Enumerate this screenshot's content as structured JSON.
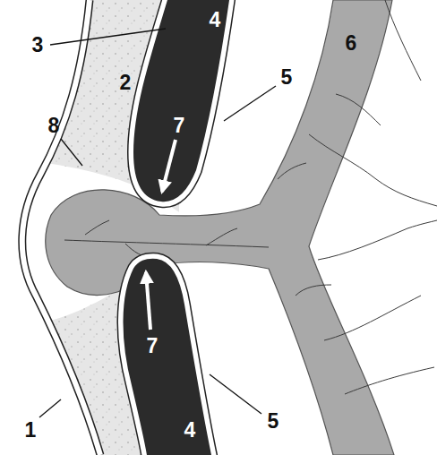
{
  "diagram": {
    "labels": [
      "3",
      "4",
      "5",
      "6",
      "8",
      "2",
      "7",
      "7",
      "1",
      "5",
      "4"
    ]
  }
}
